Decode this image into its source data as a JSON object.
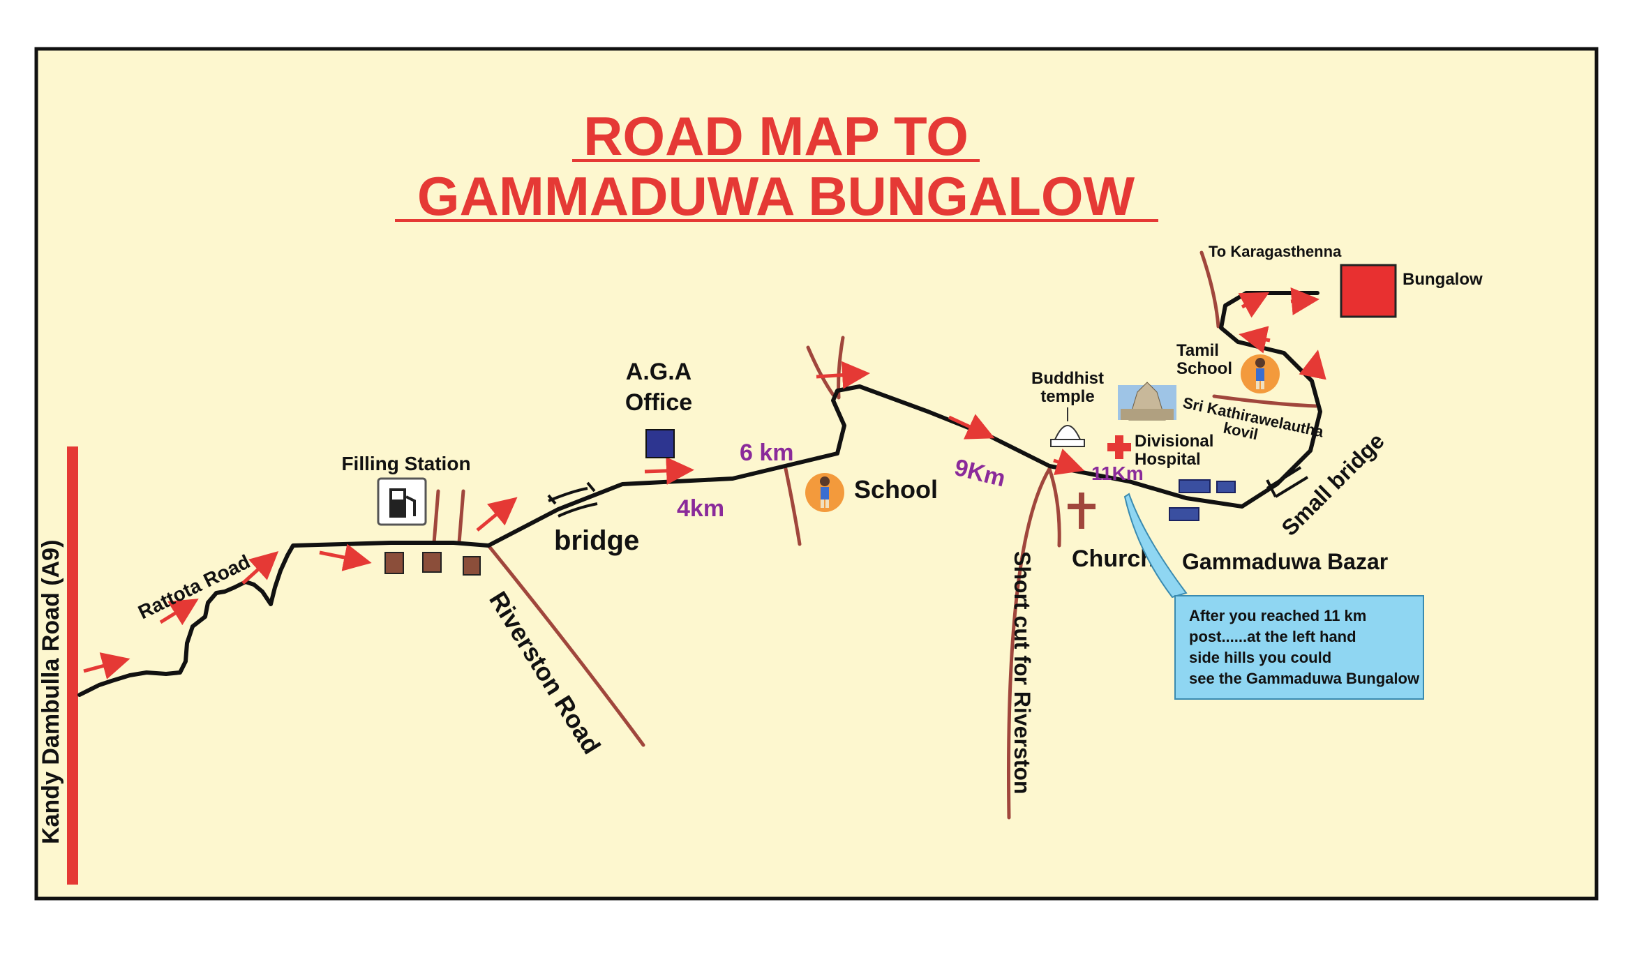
{
  "title": {
    "line1": "ROAD MAP TO",
    "line2": "GAMMADUWA BUNGALOW"
  },
  "roads": {
    "a9": "Kandy Dambulla Road (A9)",
    "rattota": "Rattota Road",
    "riverston": "Riverston Road",
    "shortcut": "Short cut for Riverston",
    "karagasthenna": "To Karagasthenna"
  },
  "landmarks": {
    "filling_station": "Filling Station",
    "bridge": "bridge",
    "aga_office_l1": "A.G.A",
    "aga_office_l2": "Office",
    "school": "School",
    "buddhist_temple_l1": "Buddhist",
    "buddhist_temple_l2": "temple",
    "divisional_hospital_l1": "Divisional",
    "divisional_hospital_l2": "Hospital",
    "church": "Church",
    "gammaduwa_bazar": "Gammaduwa Bazar",
    "kovil_l1": "Sri Kathirawelautha",
    "kovil_l2": "kovil",
    "tamil_school_l1": "Tamil",
    "tamil_school_l2": "School",
    "small_bridge": "Small bridge",
    "bungalow": "Bungalow"
  },
  "distances": {
    "d4": "4km",
    "d6": "6 km",
    "d9": "9Km",
    "d11": "11Km"
  },
  "callout": {
    "line1": "After you reached 11 km",
    "line2": "post......at the left hand",
    "line3": "side hills you could",
    "line4": "see the Gammaduwa Bungalow"
  },
  "icons": {
    "fuel": "fuel-pump-icon",
    "school": "school-child-icon",
    "stupa": "stupa-icon",
    "hospital": "red-cross-icon",
    "church": "cross-icon",
    "kovil": "hindu-temple-icon"
  },
  "colors": {
    "background": "#fdf7cf",
    "title": "#e53935",
    "road": "#111111",
    "side_road": "#a0463c",
    "arrow": "#e53935",
    "distance": "#8a2a9a",
    "callout_bg": "#8fd6f2",
    "bungalow": "#e83030",
    "aga_office": "#2d3590",
    "shop": "#8b4e3a",
    "bazar_building": "#3a4fa0",
    "school_circle": "#f39a3c"
  }
}
